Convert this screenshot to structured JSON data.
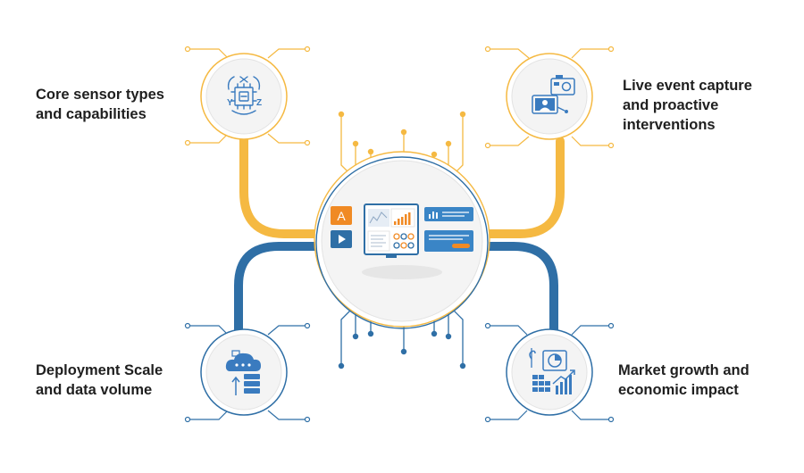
{
  "nodes": {
    "top_left": {
      "line1": "Core sensor types",
      "line2": "and capabilities",
      "icon": "sensor-axes-icon"
    },
    "top_right": {
      "line1": "Live event capture",
      "line2": "and proactive",
      "line3": "interventions",
      "icon": "camera-monitor-icon"
    },
    "bottom_left": {
      "line1": "Deployment Scale",
      "line2": "and data volume",
      "icon": "cloud-database-icon"
    },
    "bottom_right": {
      "line1": "Market growth and",
      "line2": "economic impact",
      "icon": "growth-chart-icon"
    }
  },
  "center": {
    "icon": "dashboard-icon",
    "badge_letter": "A"
  },
  "icon_letters": {
    "y": "Y",
    "z": "Z"
  },
  "colors": {
    "orange": "#f5b942",
    "blue": "#2f6fa6",
    "icon_blue": "#3a7bbf",
    "circle_fill": "#f4f4f4",
    "ring": "#d9d9d9",
    "badge_orange": "#f08a24"
  }
}
